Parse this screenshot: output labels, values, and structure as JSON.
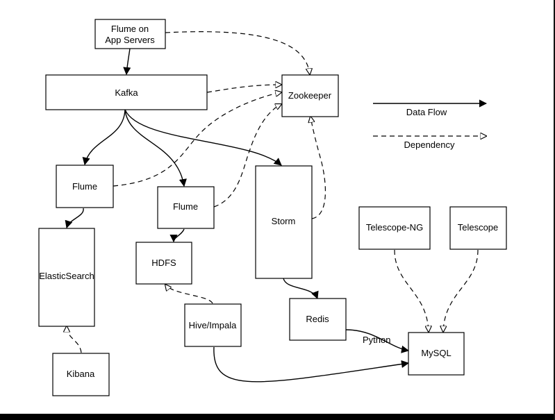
{
  "nodes": {
    "flume_app_servers": [
      "Flume on",
      "App Servers"
    ],
    "kafka": "Kafka",
    "zookeeper": "Zookeeper",
    "flume_left": "Flume",
    "flume_mid": "Flume",
    "storm": "Storm",
    "elasticsearch": "ElasticSearch",
    "hdfs": "HDFS",
    "hive_impala": "Hive/Impala",
    "redis": "Redis",
    "kibana": "Kibana",
    "mysql": "MySQL",
    "telescope_ng": "Telescope-NG",
    "telescope": "Telescope"
  },
  "edge_labels": {
    "python": "Python"
  },
  "legend": {
    "data_flow": "Data Flow",
    "dependency": "Dependency"
  }
}
